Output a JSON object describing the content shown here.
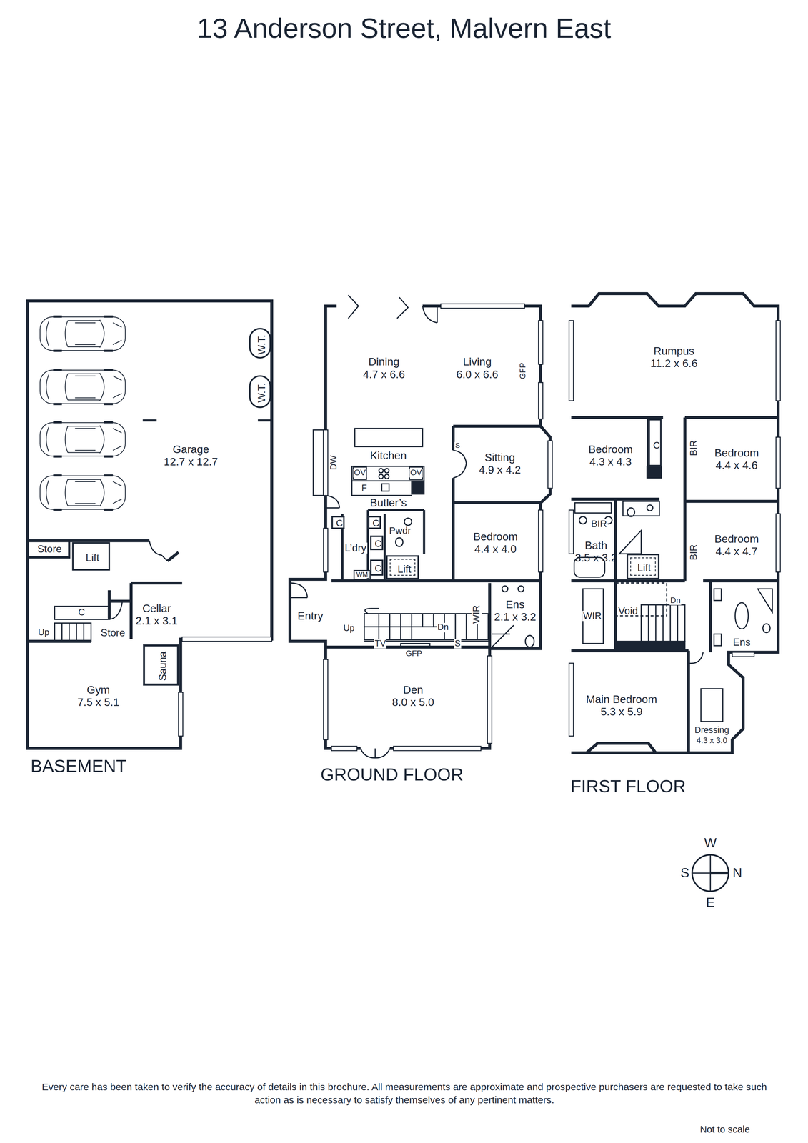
{
  "diagram": {
    "title": "13 Anderson Street, Malvern East",
    "caption": "Every care has been taken to verify the accuracy of details in this brochure. All measurements are approximate and prospective purchasers are requested to take such action as is necessary to satisfy themselves of any pertinent matters.",
    "nodes": [
      {
        "text": [
          "BASEMENT"
        ]
      },
      {
        "text": [
          "Garage",
          "12.7 x 12.7"
        ],
        "in": 0
      },
      {
        "text": [
          "W.T."
        ],
        "in": 1
      },
      {
        "text": [
          "W.T."
        ],
        "in": 1
      },
      {
        "text": [
          "Store"
        ],
        "in": 0
      },
      {
        "text": [
          "Lift"
        ],
        "in": 0
      },
      {
        "text": [
          "C"
        ],
        "in": 0
      },
      {
        "text": [
          "Store"
        ],
        "in": 0
      },
      {
        "text": [
          "Cellar",
          "2.1 x 3.1"
        ],
        "in": 0
      },
      {
        "text": [
          "Gym",
          "7.5 x 5.1"
        ],
        "in": 0
      },
      {
        "text": [
          "Sauna"
        ],
        "in": 9
      },
      {
        "text": [
          "GROUND FLOOR"
        ]
      },
      {
        "text": [
          "Dining",
          "4.7 x 6.6"
        ],
        "in": 11
      },
      {
        "text": [
          "Living",
          "6.0 x 6.6"
        ],
        "in": 11
      },
      {
        "text": [
          "Sitting",
          "4.9 x 4.2"
        ],
        "in": 11
      },
      {
        "text": [
          "C"
        ],
        "in": 11
      },
      {
        "text": [
          "C"
        ],
        "in": 11
      },
      {
        "text": [
          "C"
        ],
        "in": 11
      },
      {
        "text": [
          "C"
        ],
        "in": 11
      },
      {
        "text": [
          "Pwdr"
        ],
        "in": 11
      },
      {
        "text": [
          "Lift"
        ],
        "in": 11
      },
      {
        "text": [
          "Bedroom",
          "4.4 x 4.0"
        ],
        "in": 11
      },
      {
        "text": [
          "Ens",
          "2.1 x 3.2"
        ],
        "in": 11
      },
      {
        "text": [
          "Entry"
        ],
        "in": 11
      },
      {
        "text": [
          "Den",
          "8.0 x 5.0"
        ],
        "in": 11
      },
      {
        "text": [
          "FIRST FLOOR"
        ]
      },
      {
        "text": [
          "Rumpus",
          "11.2 x 6.6"
        ],
        "in": 25
      },
      {
        "text": [
          "Bedroom",
          "4.3 x 4.3"
        ],
        "in": 25
      },
      {
        "text": [
          "C"
        ],
        "in": 25
      },
      {
        "text": [
          "Bedroom",
          "4.4 x 4.6"
        ],
        "in": 25
      },
      {
        "text": [
          "Bath",
          "3.5 x 3.2"
        ],
        "in": 25
      },
      {
        "text": [
          "Lift"
        ],
        "in": 25
      },
      {
        "text": [
          "Bedroom",
          "4.4 x 4.7"
        ],
        "in": 25
      },
      {
        "text": [
          "Void"
        ],
        "in": 25
      },
      {
        "text": [
          "Ens"
        ],
        "in": 25
      },
      {
        "text": [
          "Main Bedroom",
          "5.3 x 5.9"
        ],
        "in": 25
      },
      {
        "text": [
          "Dressing",
          "4.3 x 3.0"
        ],
        "in": 25
      }
    ],
    "labels": [
      "Up",
      "Kitchen",
      "OV",
      "OV",
      "F",
      "DW",
      "Butler’s",
      "L’dry",
      "WM",
      "S",
      "GFP",
      "WIR",
      "Up",
      "Dn",
      "TV",
      "GFP",
      "S",
      "BIR",
      "BIR",
      "BIR",
      "WIR",
      "Dn",
      "W",
      "S",
      "N",
      "E",
      "Not to scale"
    ]
  }
}
